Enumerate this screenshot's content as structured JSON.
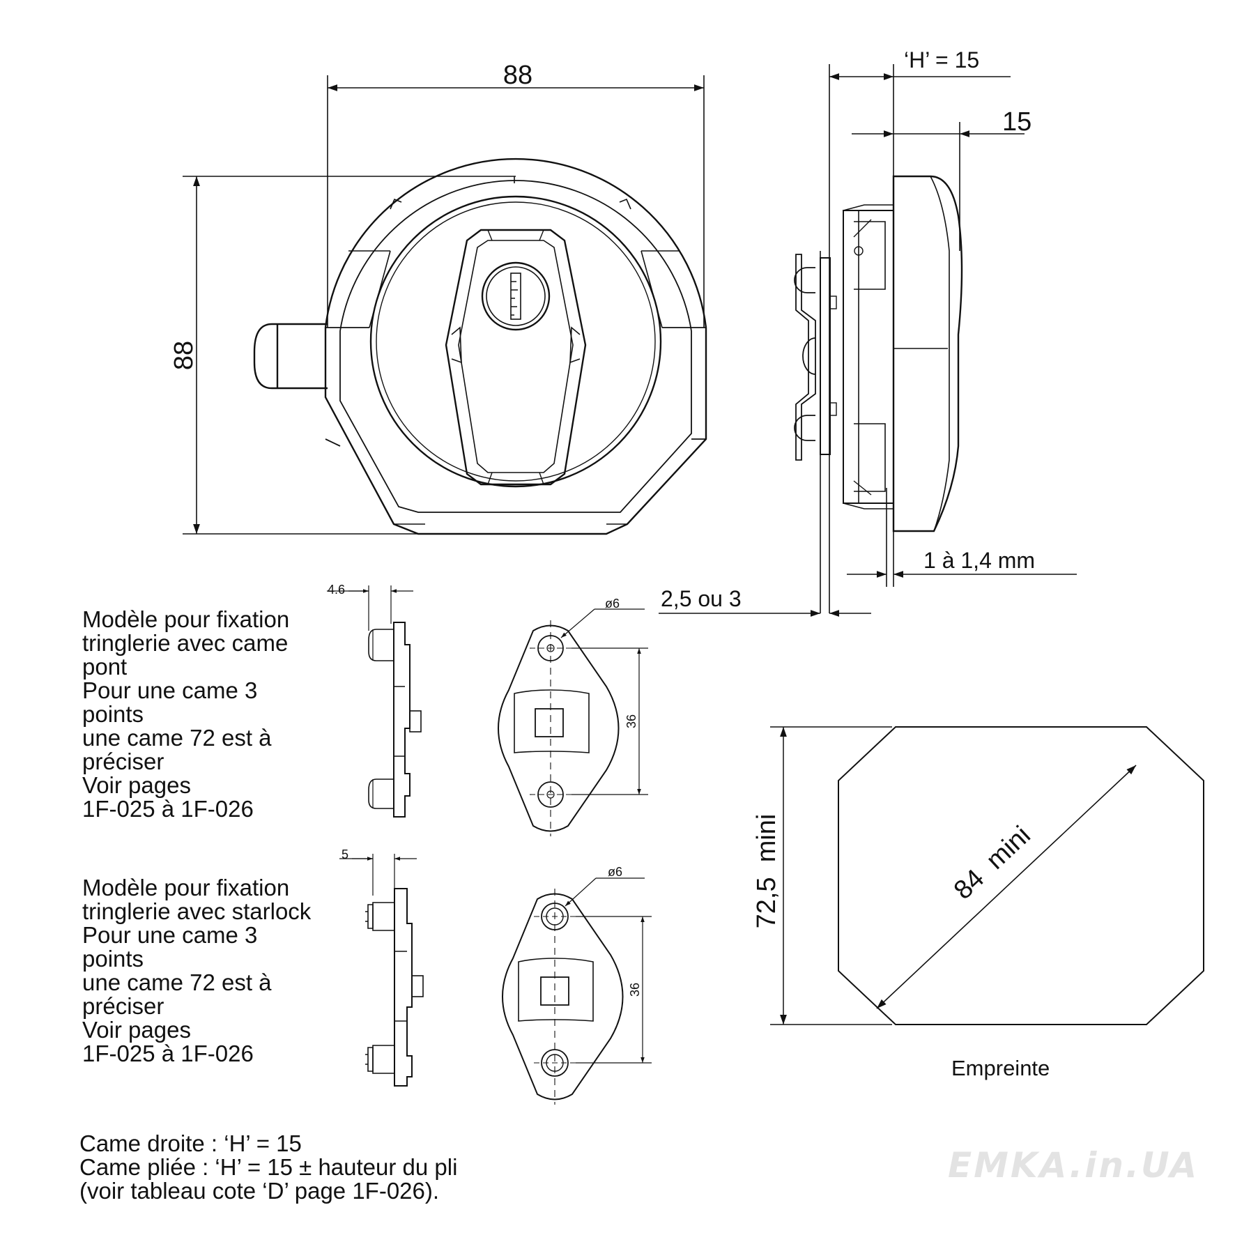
{
  "top_view": {
    "width_label": "88",
    "height_label": "88"
  },
  "side_view": {
    "h_label": "‘H’ = 15",
    "depth_label": "15",
    "gap_label": "1 à 1,4 mm",
    "panel_label": "2,5 ou 3"
  },
  "bridge_cam": {
    "offset_label": "4.6",
    "hole_label": "ø6",
    "spacing_label": "36",
    "note": "Modèle pour fixation\ntringlerie avec came\npont\nPour une came 3\npoints\nune came 72 est à\npréciser\nVoir pages\n1F-025 à 1F-026"
  },
  "starlock": {
    "offset_label": "5",
    "hole_label": "ø6",
    "spacing_label": "36",
    "note": "Modèle pour fixation\ntringlerie avec starlock\nPour une came 3\npoints\nune came 72 est à\npréciser\nVoir pages\n1F-025 à 1F-026"
  },
  "cutout": {
    "height_label": "72,5  mini",
    "diagonal_label": "84  mini",
    "caption": "Empreinte"
  },
  "footer_note": "Came droite : ‘H’ = 15\nCame pliée : ‘H’ = 15 ± hauteur du pli\n(voir tableau cote ‘D’ page 1F-026).",
  "watermark": "EMKA.in.UA"
}
